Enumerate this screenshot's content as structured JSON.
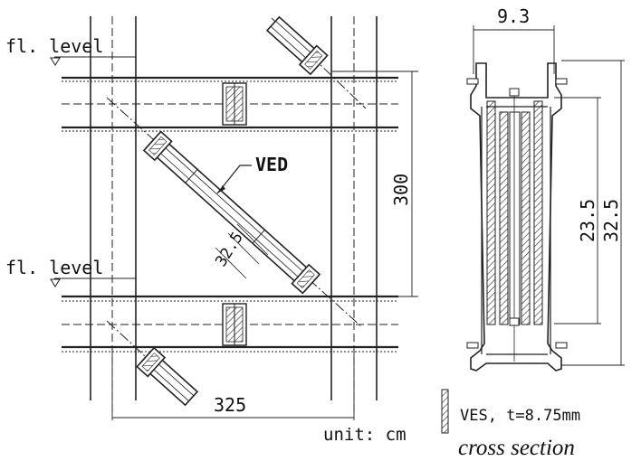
{
  "labels": {
    "floor_level_top": "fl. level",
    "floor_level_bottom": "fl. level",
    "ved": "VED",
    "damper_width": "32.5",
    "story_height": "300",
    "bay_width": "325",
    "unit": "unit: cm",
    "section_width": "9.3",
    "inner_height": "23.5",
    "outer_height": "32.5",
    "ves_legend": "VES, t=8.75mm",
    "cross_section_title": "cross section"
  }
}
